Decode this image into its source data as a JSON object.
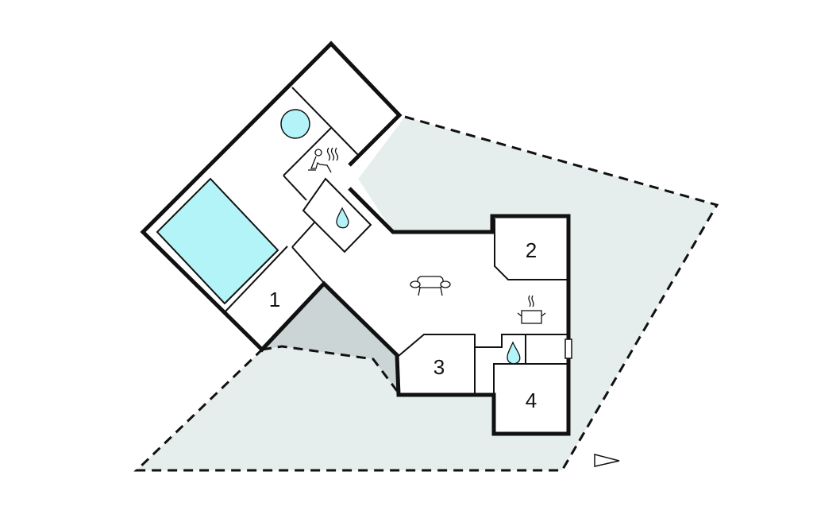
{
  "diagram": {
    "type": "floor-plan",
    "colors": {
      "plot": "#e6eded",
      "shadow": "#cbd5d5",
      "water": "#b3f4f8",
      "wall": "#111111",
      "room": "#ffffff"
    },
    "rooms": [
      {
        "id": "1",
        "label": "1"
      },
      {
        "id": "2",
        "label": "2"
      },
      {
        "id": "3",
        "label": "3"
      },
      {
        "id": "4",
        "label": "4"
      }
    ],
    "icons": [
      {
        "name": "pool",
        "desc": "swimming pool"
      },
      {
        "name": "whirlpool",
        "desc": "hot tub"
      },
      {
        "name": "sauna",
        "desc": "sauna"
      },
      {
        "name": "bathroom-1",
        "desc": "water drop"
      },
      {
        "name": "bathroom-2",
        "desc": "water drop"
      },
      {
        "name": "living-room",
        "desc": "sofa"
      },
      {
        "name": "kitchen",
        "desc": "cooking pot"
      },
      {
        "name": "north-arrow",
        "desc": "direction triangle"
      }
    ]
  }
}
